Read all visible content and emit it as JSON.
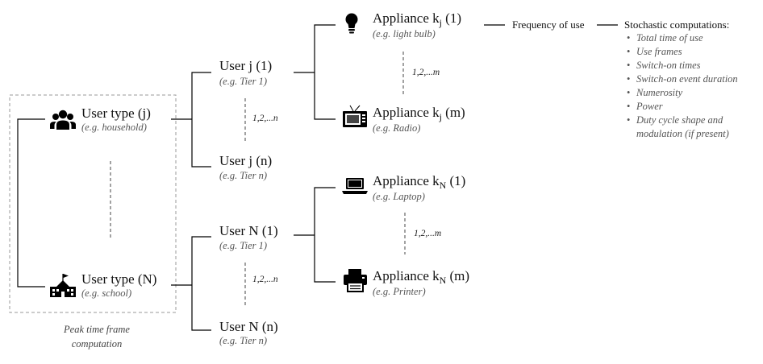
{
  "user_types": [
    {
      "title": "User type (j)",
      "example": "(e.g. household)",
      "icon": "people-group-icon"
    },
    {
      "title": "User type (N)",
      "example": "(e.g. school)",
      "icon": "school-icon"
    }
  ],
  "peak_frame": "Peak time frame computation",
  "users": [
    {
      "title": "User j (1)",
      "example": "(e.g. Tier 1)"
    },
    {
      "title": "User j (n)",
      "example": "(e.g. Tier n)"
    },
    {
      "title": "User N (1)",
      "example": "(e.g. Tier 1)"
    },
    {
      "title": "User N (n)",
      "example": "(e.g. Tier n)"
    }
  ],
  "user_ellipsis": [
    "1,2,...n",
    "1,2,...n"
  ],
  "appliances": [
    {
      "base": "Appliance k",
      "subscript": "j",
      "index": "(1)",
      "example": "(e.g. light bulb)",
      "icon": "light-bulb-icon"
    },
    {
      "base": "Appliance k",
      "subscript": "j",
      "index": "(m)",
      "example": "(e.g. Radio)",
      "icon": "radio-tv-icon"
    },
    {
      "base": "Appliance k",
      "subscript": "N",
      "index": "(1)",
      "example": "(e.g. Laptop)",
      "icon": "laptop-icon"
    },
    {
      "base": "Appliance k",
      "subscript": "N",
      "index": "(m)",
      "example": "(e.g. Printer)",
      "icon": "printer-icon"
    }
  ],
  "appliance_ellipsis": [
    "1,2,...m",
    "1,2,...m"
  ],
  "frequency_label": "Frequency of use",
  "stochastic": {
    "title": "Stochastic computations:",
    "items": [
      "Total time of use",
      "Use frames",
      "Switch-on times",
      "Switch-on event duration",
      "Numerosity",
      "Power",
      "Duty cycle shape and",
      "modulation (if present)"
    ]
  }
}
